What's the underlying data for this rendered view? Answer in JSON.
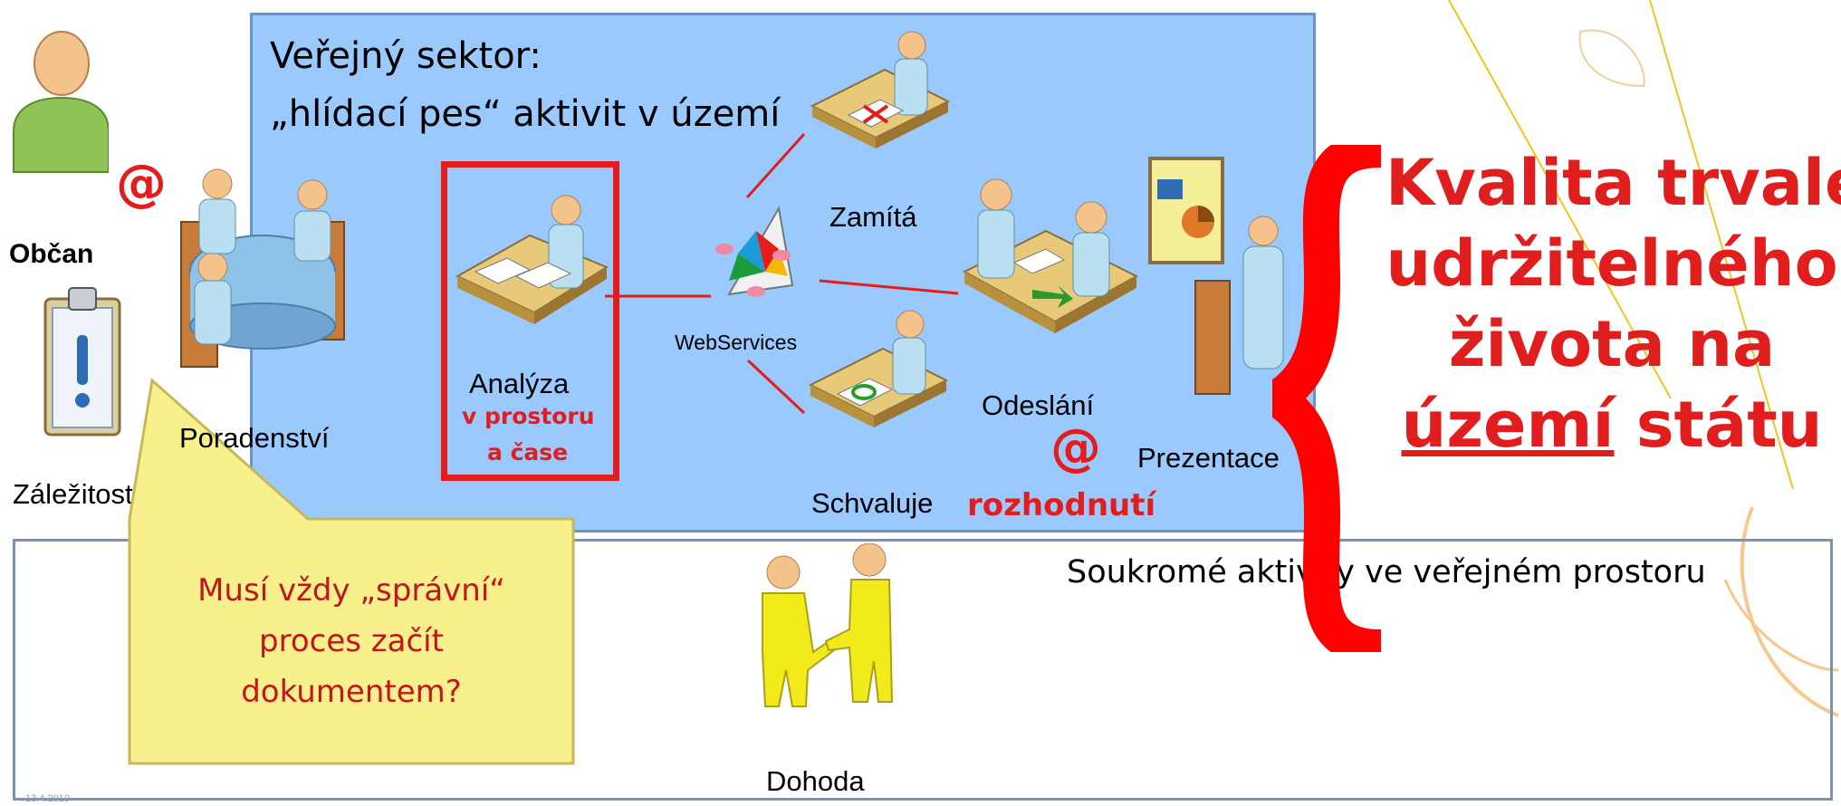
{
  "public_sector": {
    "title_line1": "Veřejný sektor:",
    "title_line2": "„hlídací pes“ aktivit v území"
  },
  "actors": {
    "citizen": "Občan",
    "matter": "Záležitost",
    "advisory": "Poradenství",
    "analysis": "Analýza",
    "analysis_detail_1": "v prostoru",
    "analysis_detail_2": "a čase",
    "webservices": "WebServices",
    "rejects": "Zamítá",
    "approves": "Schvaluje",
    "decision": "rozhodnutí",
    "sending": "Odeslání",
    "presentation": "Prezentace",
    "agreement": "Dohoda"
  },
  "at_symbol": "@",
  "callout": {
    "line1": "Musí vždy „správní“",
    "line2": "proces začít",
    "line3": "dokumentem?"
  },
  "quality": {
    "line1": "Kvalita trvale",
    "line2": "udržitelného",
    "line3": "života na",
    "line4_underlined": "území",
    "line4_rest": " státu"
  },
  "private_sector": {
    "title": "Soukromé aktivity ve veřejném prostoru"
  },
  "footer": {
    "date": "13.4.2010"
  },
  "colors": {
    "public_box": "#99c9fd",
    "accent_red": "#e31d1d",
    "callout_fill": "#f7f08d",
    "person_yellow": "#f2ea1a",
    "person_blue": "#b9dff0",
    "person_green": "#8fc356"
  }
}
